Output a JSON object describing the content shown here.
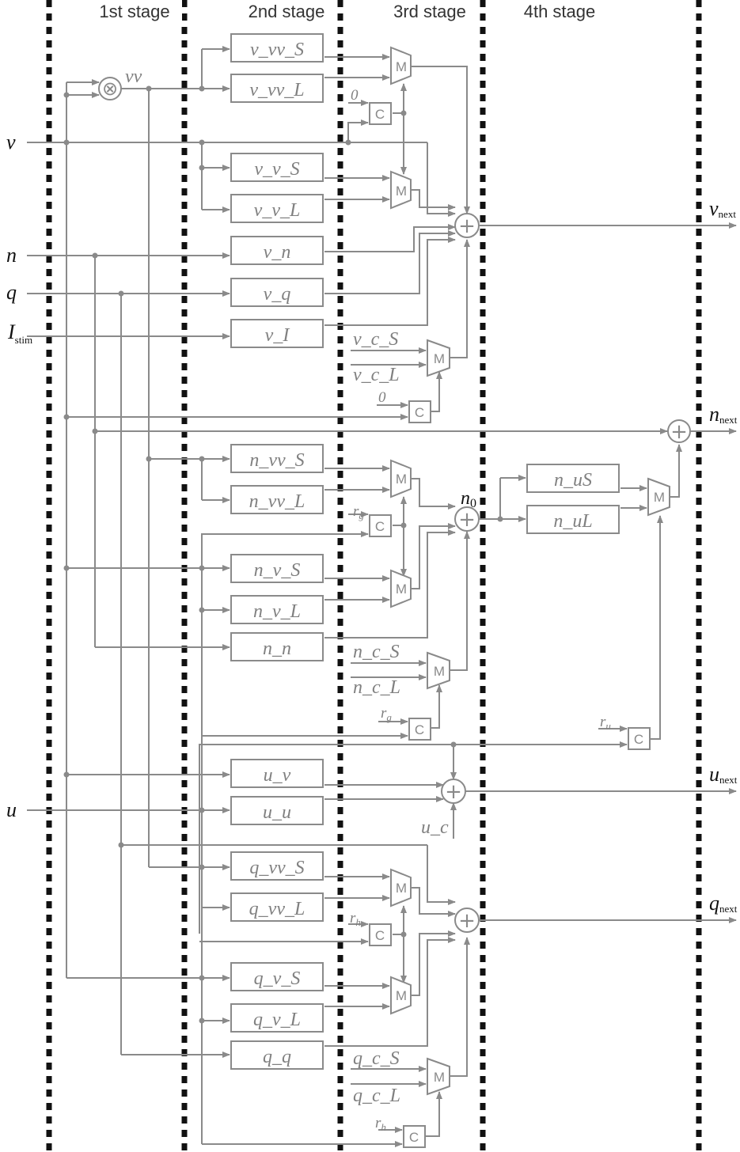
{
  "stages": [
    "1st stage",
    "2nd stage",
    "3rd stage",
    "4th stage"
  ],
  "inputs": {
    "v": "v",
    "n": "n",
    "q": "q",
    "i_main": "I",
    "i_sub": "stim",
    "u": "u"
  },
  "outputs": {
    "v_main": "v",
    "v_sub": "next",
    "n_main": "n",
    "n_sub": "next",
    "u_main": "u",
    "u_sub": "next",
    "q_main": "q",
    "q_sub": "next"
  },
  "multiplier": {
    "label": "vv",
    "symbol": "⊗"
  },
  "blocks": {
    "v_vv_S": "v_vv_S",
    "v_vv_L": "v_vv_L",
    "v_v_S": "v_v_S",
    "v_v_L": "v_v_L",
    "v_n": "v_n",
    "v_q": "v_q",
    "v_I": "v_I",
    "n_vv_S": "n_vv_S",
    "n_vv_L": "n_vv_L",
    "n_v_S": "n_v_S",
    "n_v_L": "n_v_L",
    "n_n": "n_n",
    "u_v": "u_v",
    "u_u": "u_u",
    "q_vv_S": "q_vv_S",
    "q_vv_L": "q_vv_L",
    "q_v_S": "q_v_S",
    "q_v_L": "q_v_L",
    "q_q": "q_q",
    "n_uS": "n_uS",
    "n_uL": "n_uL"
  },
  "consts": {
    "zero": "0",
    "v_c_S": "v_c_S",
    "v_c_L": "v_c_L",
    "n_c_S": "n_c_S",
    "n_c_L": "n_c_L",
    "q_c_S": "q_c_S",
    "q_c_L": "q_c_L",
    "u_c": "u_c",
    "r": "r",
    "g": "g",
    "h": "h",
    "u": "u"
  },
  "n0": {
    "main": "n",
    "sub": "0"
  },
  "mux_label": "M",
  "cmp_label": "C",
  "sum_symbol": "+",
  "colors": {
    "wire": "#8a8a8a",
    "divider": "#111111",
    "io_text": "#111111",
    "label_text": "#808080"
  }
}
